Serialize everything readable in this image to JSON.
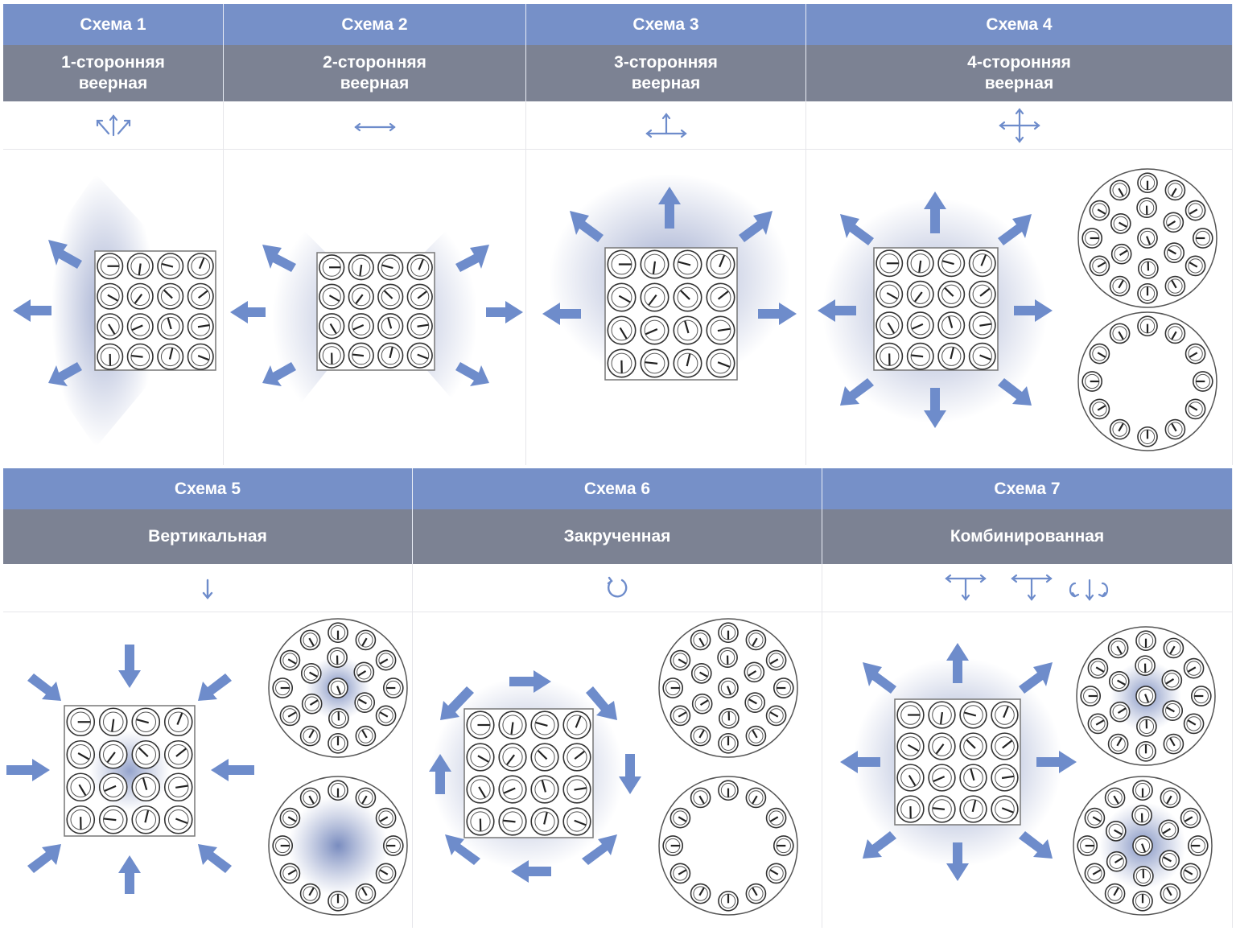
{
  "colors": {
    "header": "#7690c8",
    "subheader": "#7c8293",
    "arrow": "#6e8ccb",
    "glow": "#8a98c4"
  },
  "schemes": [
    {
      "title": "Схема 1",
      "subtitle": "1-сторонняя\nвеерная",
      "icon": "fan-one-side-icon"
    },
    {
      "title": "Схема 2",
      "subtitle": "2-сторонняя\nвеерная",
      "icon": "fan-two-side-icon"
    },
    {
      "title": "Схема 3",
      "subtitle": "3-сторонняя\nвеерная",
      "icon": "fan-three-side-icon"
    },
    {
      "title": "Схема 4",
      "subtitle": "4-сторонняя\nвеерная",
      "icon": "fan-four-side-icon"
    },
    {
      "title": "Схема 5",
      "subtitle": "Вертикальная",
      "icon": "arrow-down-icon"
    },
    {
      "title": "Схема 6",
      "subtitle": "Закрученная",
      "icon": "rotate-icon"
    },
    {
      "title": "Схема 7",
      "subtitle": "Комбинированная",
      "icon": "combined-flow-icon"
    }
  ]
}
